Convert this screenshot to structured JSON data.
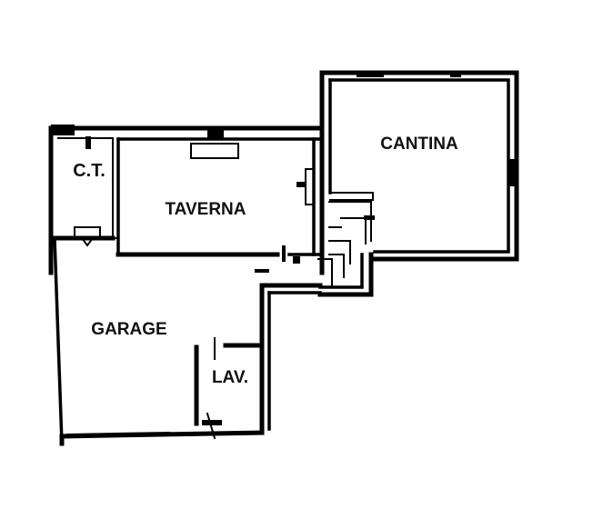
{
  "plan": {
    "rooms": [
      {
        "id": "ct",
        "label": "C.T."
      },
      {
        "id": "taverna",
        "label": "TAVERNA"
      },
      {
        "id": "cantina",
        "label": "CANTINA"
      },
      {
        "id": "garage",
        "label": "GARAGE"
      },
      {
        "id": "lav",
        "label": "LAV."
      }
    ],
    "colors": {
      "background": "#ffffff",
      "walls": "#000000",
      "labels": "#111111"
    }
  }
}
